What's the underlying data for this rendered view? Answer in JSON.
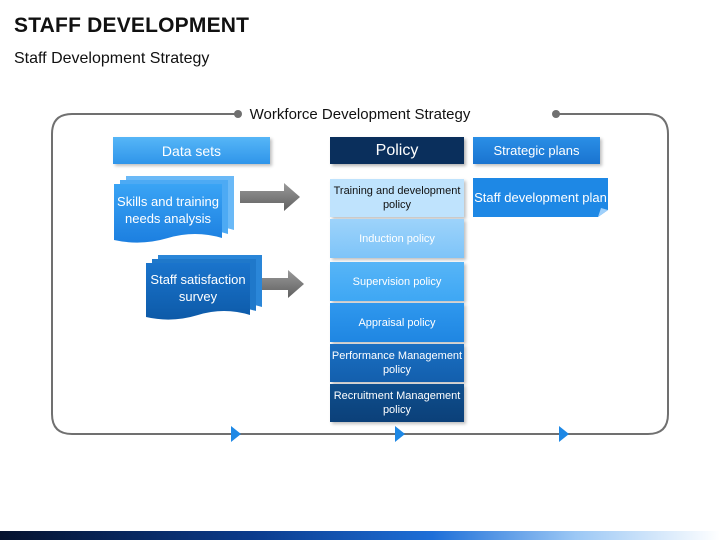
{
  "header": {
    "title": "STAFF DEVELOPMENT",
    "subtitle": "Staff Development Strategy"
  },
  "diagram": {
    "frame_title": "Workforce Development Strategy",
    "columns": {
      "data_sets": "Data sets",
      "policy": "Policy",
      "strategic_plans": "Strategic plans"
    },
    "data_items": [
      {
        "label": "Skills and training needs analysis"
      },
      {
        "label": "Staff satisfaction survey"
      }
    ],
    "policies": [
      {
        "label": "Training and development policy"
      },
      {
        "label": "Induction policy"
      },
      {
        "label": "Supervision policy"
      },
      {
        "label": "Appraisal policy"
      },
      {
        "label": "Performance Management policy"
      },
      {
        "label": "Recruitment Management policy"
      }
    ],
    "plans": [
      {
        "label": "Staff development plan"
      }
    ]
  },
  "colors": {
    "light_blue": "#4aaef6",
    "mid_blue": "#1e88e5",
    "dark_blue": "#0a4f8f",
    "navy": "#0a2f5c",
    "arrow_gray": "#7a7a7a",
    "frame_gray": "#707070"
  }
}
